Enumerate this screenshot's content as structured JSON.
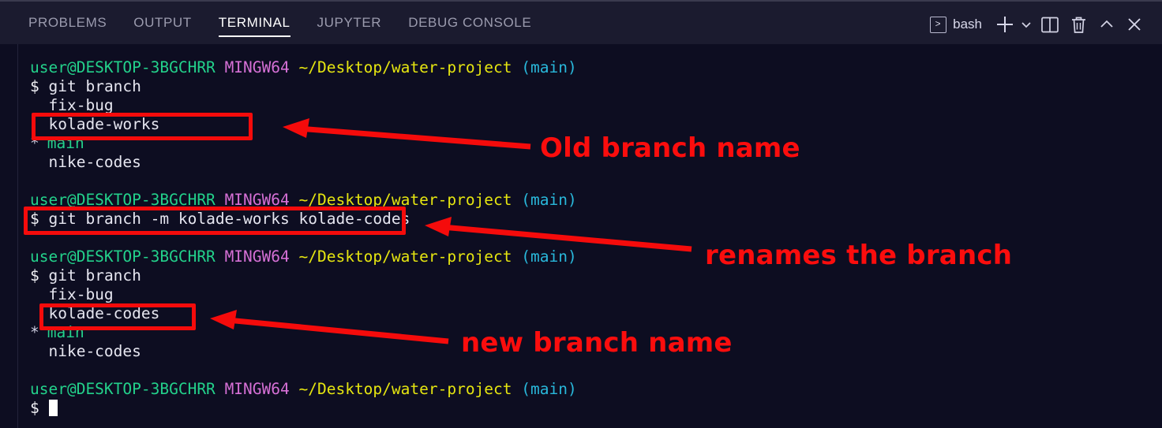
{
  "panel": {
    "tabs": [
      {
        "label": "PROBLEMS",
        "active": false
      },
      {
        "label": "OUTPUT",
        "active": false
      },
      {
        "label": "TERMINAL",
        "active": true
      },
      {
        "label": "JUPYTER",
        "active": false
      },
      {
        "label": "DEBUG CONSOLE",
        "active": false
      }
    ],
    "toolbar": {
      "shell_icon": "chevron-right-box-icon",
      "shell_label": "bash",
      "new_terminal_icon": "plus-icon",
      "new_terminal_dropdown_icon": "chevron-down-icon",
      "split_icon": "split-editor-icon",
      "kill_icon": "trash-icon",
      "maximize_icon": "chevron-up-icon",
      "close_icon": "close-x-icon"
    }
  },
  "terminal": {
    "prompt": {
      "user_host": "user@DESKTOP-3BGCHRR",
      "shell": "MINGW64",
      "path": "~/Desktop/water-project",
      "branch": "(main)",
      "symbol": "$"
    },
    "blocks": [
      {
        "command": "git branch",
        "output": [
          "  fix-bug",
          "  kolade-works",
          "* main",
          "  nike-codes"
        ]
      },
      {
        "command": "git branch -m kolade-works kolade-codes",
        "output": []
      },
      {
        "command": "git branch",
        "output": [
          "  fix-bug",
          "  kolade-codes",
          "* main",
          "  nike-codes"
        ]
      }
    ],
    "branch_lists": {
      "before": [
        "fix-bug",
        "kolade-works",
        "main",
        "nike-codes"
      ],
      "after": [
        "fix-bug",
        "kolade-codes",
        "main",
        "nike-codes"
      ]
    },
    "current_branch_marker": "*",
    "current_branch": "main",
    "final_command": "",
    "cursor": "block"
  },
  "annotations": {
    "accent_color": "#fb0d0d",
    "items": [
      {
        "label": "Old branch name",
        "target": "kolade-works"
      },
      {
        "label": "renames the branch",
        "target": "git branch -m kolade-works kolade-codes"
      },
      {
        "label": "new branch name",
        "target": "kolade-codes"
      }
    ]
  },
  "colors": {
    "background": "#0d0d21",
    "tabbar": "#1b1b2f",
    "text": "#e6e6f0",
    "green": "#23d18b",
    "magenta": "#d670d6",
    "yellow": "#e5e510",
    "cyan": "#29b8db",
    "annotation_red": "#fb0d0d",
    "box_red": "#f50b0b"
  }
}
